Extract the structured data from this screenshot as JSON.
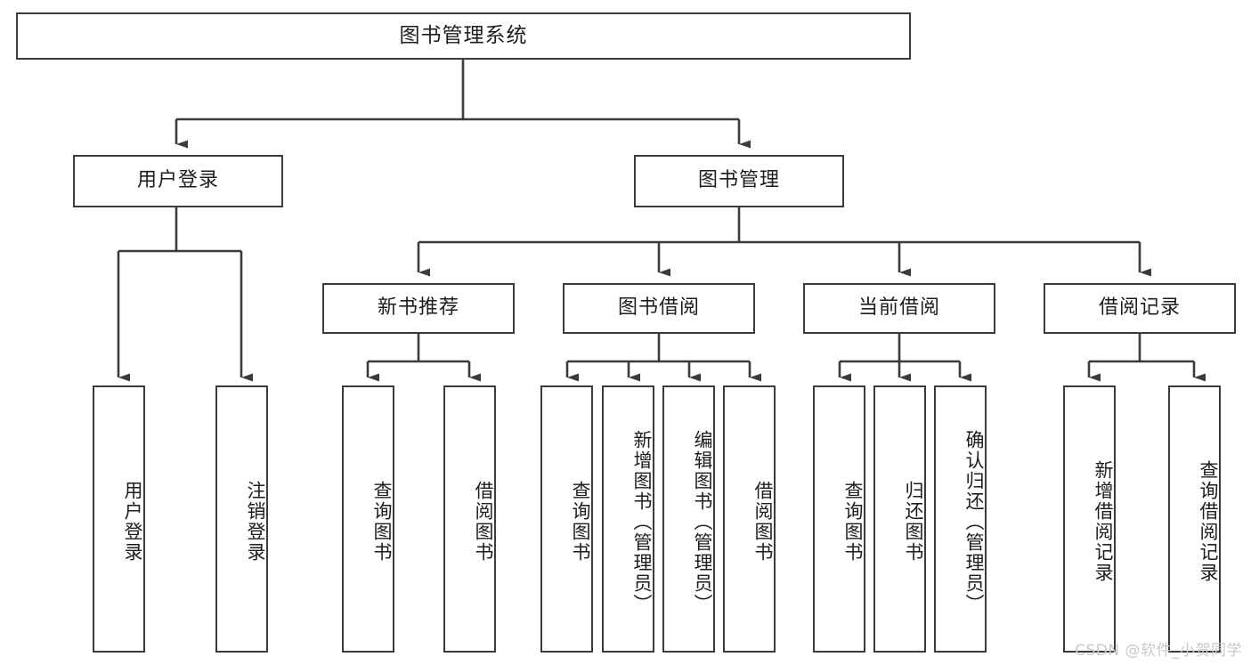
{
  "diagram": {
    "title": "图书管理系统",
    "type": "tree-hierarchy-diagram",
    "line_color": "#3b3b3b",
    "box_fill": "#ffffff",
    "text_color": "#1d1d1d"
  },
  "nodes": {
    "root": {
      "label": "图书管理系统"
    },
    "level2": [
      {
        "label": "用户登录"
      },
      {
        "label": "图书管理"
      }
    ],
    "level3": [
      {
        "label": "新书推荐"
      },
      {
        "label": "图书借阅"
      },
      {
        "label": "当前借阅"
      },
      {
        "label": "借阅记录"
      }
    ],
    "leaves": {
      "user_login": [
        {
          "label": "用户登录"
        },
        {
          "label": "注销登录"
        }
      ],
      "new_book_recommend": [
        {
          "label": "查询图书"
        },
        {
          "label": "借阅图书"
        }
      ],
      "book_borrow": [
        {
          "label": "查询图书"
        },
        {
          "label": "新增图书（管理员）"
        },
        {
          "label": "编辑图书（管理员）"
        },
        {
          "label": "借阅图书"
        }
      ],
      "current_borrow": [
        {
          "label": "查询图书"
        },
        {
          "label": "归还图书"
        },
        {
          "label": "确认归还（管理员）"
        }
      ],
      "borrow_records": [
        {
          "label": "新增借阅记录"
        },
        {
          "label": "查询借阅记录"
        }
      ]
    }
  },
  "watermark": {
    "text": "CSDN @软件_小贺同学"
  }
}
